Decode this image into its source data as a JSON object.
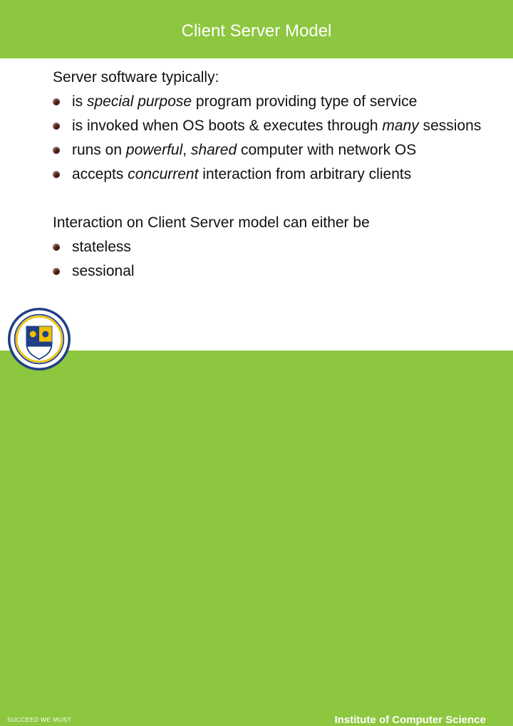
{
  "slide": {
    "title": "Client Server Model",
    "section1": {
      "heading": "Server software typically:",
      "bullets": [
        {
          "segments": [
            {
              "text": "is "
            },
            {
              "text": "special purpose",
              "italic": true
            },
            {
              "text": " program providing type of service"
            }
          ]
        },
        {
          "segments": [
            {
              "text": "is invoked when OS boots & executes through "
            },
            {
              "text": "many",
              "italic": true
            },
            {
              "text": " sessions"
            }
          ]
        },
        {
          "segments": [
            {
              "text": "runs on "
            },
            {
              "text": "powerful",
              "italic": true
            },
            {
              "text": ", "
            },
            {
              "text": "shared",
              "italic": true
            },
            {
              "text": " computer with network OS"
            }
          ]
        },
        {
          "segments": [
            {
              "text": "accepts "
            },
            {
              "text": "concurrent",
              "italic": true
            },
            {
              "text": " interaction from arbitrary clients"
            }
          ]
        }
      ]
    },
    "section2": {
      "heading": "Interaction on Client Server model can either be",
      "bullets": [
        {
          "segments": [
            {
              "text": "stateless"
            }
          ]
        },
        {
          "segments": [
            {
              "text": "sessional"
            }
          ]
        }
      ]
    }
  },
  "footer": {
    "tagline": "SUCCEED WE MUST",
    "institute": "Institute of Computer Science"
  },
  "colors": {
    "brand_green": "#8dc63f",
    "bullet": "#4b1b12",
    "text": "#111111"
  },
  "icons": {
    "logo": "university-crest-icon"
  }
}
